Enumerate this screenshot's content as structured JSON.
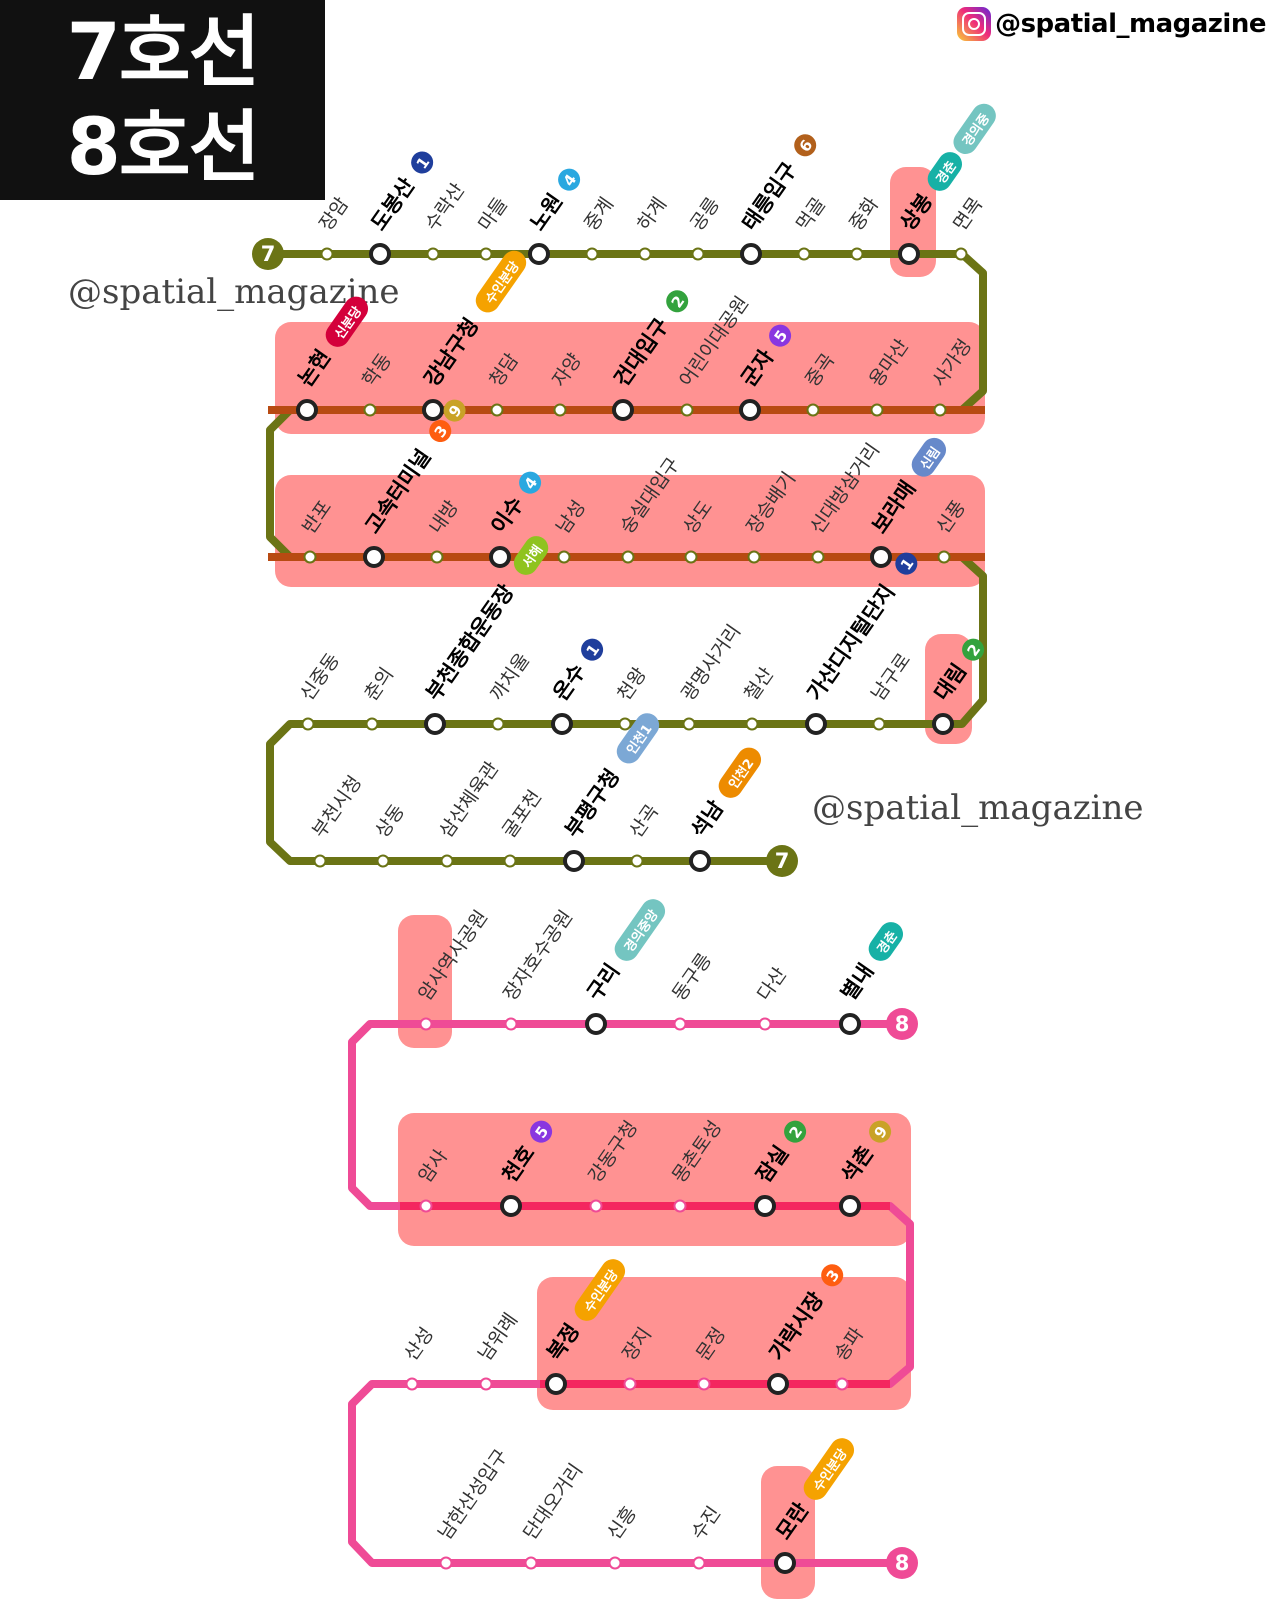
{
  "header": {
    "title_line1": "7호선",
    "title_line2": "8호선"
  },
  "instagram": {
    "icon": "instagram-icon",
    "handle": "@spatial_magazine"
  },
  "watermarks": [
    "@spatial_magazine",
    "@spatial_magazine"
  ],
  "colors": {
    "line7": "#6b7415",
    "line8": "#ef4b96",
    "highlight": "#ff7f7f",
    "title_bg": "#111111"
  },
  "line7": {
    "badge": "7",
    "rows": [
      {
        "stations": [
          {
            "name": "장암"
          },
          {
            "name": "도봉산",
            "major": true,
            "transfers": [
              {
                "label": "1",
                "color": "#1f3e9c"
              }
            ]
          },
          {
            "name": "수락산"
          },
          {
            "name": "마들"
          },
          {
            "name": "노원",
            "major": true,
            "transfers": [
              {
                "label": "4",
                "color": "#2aa8e0"
              }
            ]
          },
          {
            "name": "중계"
          },
          {
            "name": "하계"
          },
          {
            "name": "공릉"
          },
          {
            "name": "태릉입구",
            "major": true,
            "transfers": [
              {
                "label": "6",
                "color": "#b2601b"
              }
            ]
          },
          {
            "name": "먹골"
          },
          {
            "name": "중화"
          },
          {
            "name": "상봉",
            "major": true,
            "transfers": [
              {
                "label": "경춘",
                "color": "#17b1a6"
              },
              {
                "label": "경의중",
                "color": "#74c5c1"
              }
            ]
          },
          {
            "name": "면목"
          }
        ]
      },
      {
        "stations": [
          {
            "name": "논현",
            "major": true,
            "transfers": [
              {
                "label": "신분당",
                "color": "#d4003b"
              }
            ]
          },
          {
            "name": "학동"
          },
          {
            "name": "강남구청",
            "major": true,
            "transfers": [
              {
                "label": "수인분당",
                "color": "#f5a200"
              }
            ]
          },
          {
            "name": "청담"
          },
          {
            "name": "자양"
          },
          {
            "name": "건대입구",
            "major": true,
            "transfers": [
              {
                "label": "2",
                "color": "#33a23d"
              }
            ]
          },
          {
            "name": "어린이대공원"
          },
          {
            "name": "군자",
            "major": true,
            "transfers": [
              {
                "label": "5",
                "color": "#8936e0"
              }
            ]
          },
          {
            "name": "중곡"
          },
          {
            "name": "용마산"
          },
          {
            "name": "사가정"
          }
        ]
      },
      {
        "stations": [
          {
            "name": "반포"
          },
          {
            "name": "고속터미널",
            "major": true,
            "transfers": [
              {
                "label": "3",
                "color": "#fe5d10"
              },
              {
                "label": "9",
                "color": "#c9a227"
              }
            ]
          },
          {
            "name": "내방"
          },
          {
            "name": "이수",
            "major": true,
            "transfers": [
              {
                "label": "4",
                "color": "#2aa8e0"
              }
            ]
          },
          {
            "name": "남성"
          },
          {
            "name": "숭실대입구"
          },
          {
            "name": "상도"
          },
          {
            "name": "장승배기"
          },
          {
            "name": "신대방삼거리"
          },
          {
            "name": "보라매",
            "major": true,
            "transfers": [
              {
                "label": "신림",
                "color": "#6789ca"
              }
            ]
          },
          {
            "name": "신풍"
          }
        ]
      },
      {
        "stations": [
          {
            "name": "신중동"
          },
          {
            "name": "춘의"
          },
          {
            "name": "부천종합운동장",
            "major": true,
            "transfers": [
              {
                "label": "서해",
                "color": "#8fc31f"
              }
            ]
          },
          {
            "name": "까치울"
          },
          {
            "name": "온수",
            "major": true,
            "transfers": [
              {
                "label": "1",
                "color": "#1f3e9c"
              }
            ]
          },
          {
            "name": "천왕"
          },
          {
            "name": "광명사거리"
          },
          {
            "name": "철산"
          },
          {
            "name": "가산디지털단지",
            "major": true,
            "transfers": [
              {
                "label": "1",
                "color": "#1f3e9c"
              }
            ]
          },
          {
            "name": "남구로"
          },
          {
            "name": "대림",
            "major": true,
            "transfers": [
              {
                "label": "2",
                "color": "#33a23d"
              }
            ]
          }
        ]
      },
      {
        "stations": [
          {
            "name": "부천시청"
          },
          {
            "name": "상동"
          },
          {
            "name": "삼산체육관"
          },
          {
            "name": "굴포천"
          },
          {
            "name": "부평구청",
            "major": true,
            "transfers": [
              {
                "label": "인천1",
                "color": "#7ca8d5"
              }
            ]
          },
          {
            "name": "산곡"
          },
          {
            "name": "석남",
            "major": true,
            "transfers": [
              {
                "label": "인천2",
                "color": "#ed8b00"
              }
            ]
          }
        ]
      }
    ]
  },
  "line8": {
    "badge": "8",
    "rows": [
      {
        "stations": [
          {
            "name": "암사역사공원"
          },
          {
            "name": "장자호수공원"
          },
          {
            "name": "구리",
            "major": true,
            "transfers": [
              {
                "label": "경의중앙",
                "color": "#74c5c1"
              }
            ]
          },
          {
            "name": "동구릉"
          },
          {
            "name": "다산"
          },
          {
            "name": "별내",
            "major": true,
            "transfers": [
              {
                "label": "경춘",
                "color": "#17b1a6"
              }
            ]
          }
        ]
      },
      {
        "stations": [
          {
            "name": "암사"
          },
          {
            "name": "천호",
            "major": true,
            "transfers": [
              {
                "label": "5",
                "color": "#8936e0"
              }
            ]
          },
          {
            "name": "강동구청"
          },
          {
            "name": "몽촌토성"
          },
          {
            "name": "잠실",
            "major": true,
            "transfers": [
              {
                "label": "2",
                "color": "#33a23d"
              }
            ]
          },
          {
            "name": "석촌",
            "major": true,
            "transfers": [
              {
                "label": "9",
                "color": "#c9a227"
              }
            ]
          }
        ]
      },
      {
        "stations": [
          {
            "name": "산성"
          },
          {
            "name": "남위례"
          },
          {
            "name": "복정",
            "major": true,
            "transfers": [
              {
                "label": "수인분당",
                "color": "#f5a200"
              }
            ]
          },
          {
            "name": "장지"
          },
          {
            "name": "문정"
          },
          {
            "name": "가락시장",
            "major": true,
            "transfers": [
              {
                "label": "3",
                "color": "#fe5d10"
              }
            ]
          },
          {
            "name": "송파"
          }
        ]
      },
      {
        "stations": [
          {
            "name": "남한산성입구"
          },
          {
            "name": "단대오거리"
          },
          {
            "name": "신흥"
          },
          {
            "name": "수진"
          },
          {
            "name": "모란",
            "major": true,
            "transfers": [
              {
                "label": "수인분당",
                "color": "#f5a200"
              }
            ]
          }
        ]
      }
    ]
  }
}
